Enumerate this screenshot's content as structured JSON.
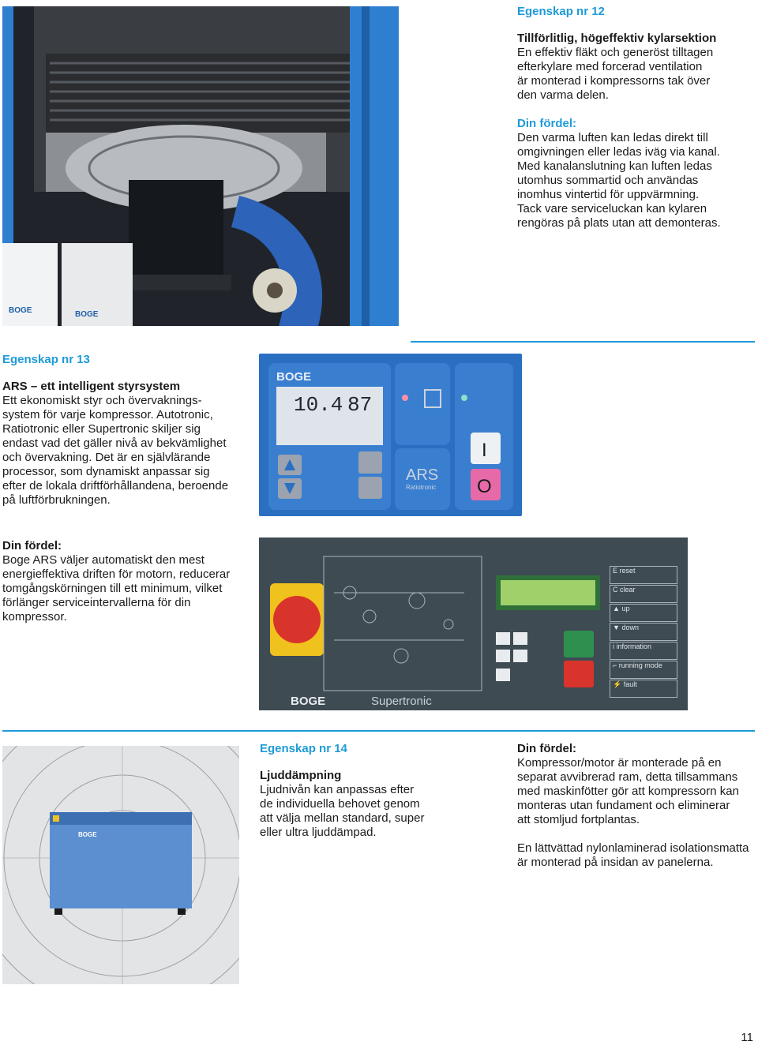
{
  "feature12": {
    "heading": "Egenskap nr 12",
    "title": "Tillförlitlig, högeffektiv kylarsektion",
    "text": "En effektiv fläkt och generöst tilltagen\nefterkylare med forcerad ventilation\när monterad i kompressorns tak över\nden varma delen.",
    "benefit_heading": "Din fördel:",
    "benefit_text": "Den varma luften kan ledas direkt till\nomgivningen eller ledas iväg via kanal.\nMed kanalanslutning kan luften ledas\nutomhus sommartid och användas\ninomhus vintertid för uppvärmning.\nTack vare serviceluckan kan kylaren\nrengöras på plats utan att demonteras.",
    "photo_logo": "BOGE"
  },
  "feature13": {
    "heading": "Egenskap nr 13",
    "title": "ARS – ett intelligent styrsystem",
    "text": "Ett ekonomiskt styr och övervaknings-\nsystem för varje kompressor. Autotronic,\nRatiotronic eller Supertronic skiljer sig\nendast vad det gäller nivå av bekvämlighet\noch övervakning. Det är en självlärande\nprocessor, som dynamiskt anpassar sig\nefter de lokala driftförhållandena, beroende\npå luftförbrukningen.",
    "benefit_heading": "Din fördel:",
    "benefit_text": "Boge ARS väljer automatiskt den mest\nenergieffektiva driften för motorn, reducerar\ntomgångskörningen till ett minimum, vilket\nförlänger serviceintervallerna för din\nkompressor.",
    "ars_panel": {
      "brand": "BOGE",
      "display_left": "10.4",
      "display_right": "87",
      "logo": "ARS",
      "logo_sub": "Ratiotronic",
      "on_symbol": "I",
      "off_symbol": "O"
    },
    "supertronic_panel": {
      "brand": "BOGE",
      "model": "Supertronic",
      "menu": [
        {
          "key": "E",
          "label": "reset"
        },
        {
          "key": "C",
          "label": "clear"
        },
        {
          "key": "▲",
          "label": "up"
        },
        {
          "key": "▼",
          "label": "down"
        },
        {
          "key": "i",
          "label": "information"
        },
        {
          "key": "⌐",
          "label": "running mode"
        },
        {
          "key": "⚡",
          "label": "fault"
        }
      ]
    }
  },
  "feature14": {
    "heading": "Egenskap nr 14",
    "title": "Ljuddämpning",
    "text": "Ljudnivån kan anpassas efter\nde individuella behovet genom\natt välja mellan standard, super\neller ultra ljuddämpad.",
    "benefit_heading": "Din fördel:",
    "benefit_text": "Kompressor/motor är monterade på en\nseparat avvibrerad ram, detta tillsammans\nmed maskinfötter gör att kompressorn kan\nmonteras utan fundament och eliminerar\natt stomljud fortplantas.",
    "benefit_text2": "En lättvättad nylonlaminerad isolationsmatta\när monterad på insidan av panelerna.",
    "machine_logo": "BOGE"
  },
  "page_number": "11",
  "colors": {
    "accent": "#1e9bd7",
    "panel_blue": "#2a6fc2",
    "panel_grey": "#3e4b52"
  }
}
